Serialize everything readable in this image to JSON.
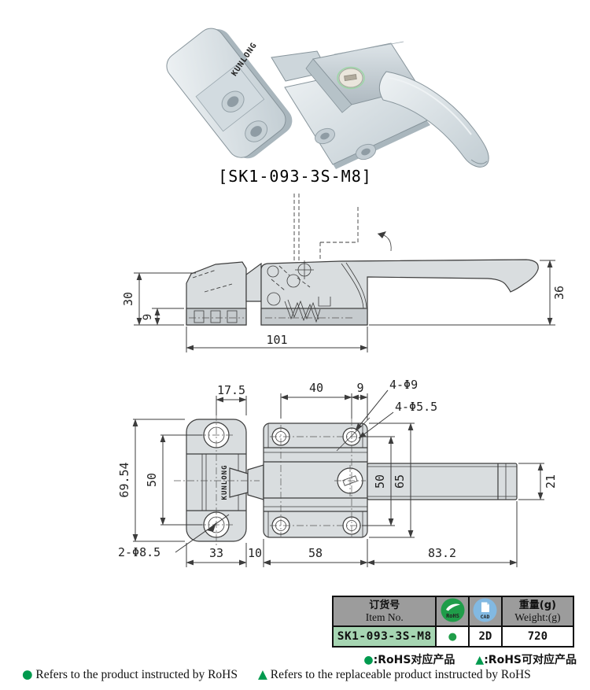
{
  "page": {
    "bg": "#ffffff"
  },
  "colors": {
    "line": "#3c3c3c",
    "metal_fill": "#d9dddf",
    "metal_dark": "#c6cbce",
    "accent_green": "#009a4e",
    "table_header_bg": "#9c9c9c",
    "item_cell_bg": "#a6d5b2",
    "rohs_badge_green": "#1f9d49",
    "cad_badge_blue": "#82b9e2",
    "brand_blue": "#232a8f"
  },
  "product": {
    "brand": "KUNLONG",
    "code": "[SK1-093-3S-M8]"
  },
  "side_view": {
    "dim_block_height": "30",
    "dim_base_height": "9",
    "dim_length": "101",
    "dim_end_height": "36"
  },
  "front_view": {
    "brand": "KUNLONG",
    "dim_keeper_hole_to_edge": "17.5",
    "dim_holes_spacing_x": "40",
    "dim_hole_to_edge": "9",
    "label_outer_holes": "4-Φ9",
    "label_inner_holes": "4-Φ5.5",
    "dim_keeper_height": "69.54",
    "dim_keeper_holes_spacing": "50",
    "label_keeper_holes": "2-Φ8.5",
    "dim_keeper_width": "33",
    "dim_gap": "10",
    "dim_body_width": "58",
    "dim_handle_length": "83.2",
    "dim_holes_spacing_y": "50",
    "dim_body_height": "65",
    "dim_handle_width": "21"
  },
  "table": {
    "item_col_zh": "订货号",
    "item_col_en": "Item No.",
    "rohs_badge": "RoHS",
    "cad_badge": "CAD",
    "weight_col_zh": "重量(g)",
    "weight_col_en": "Weight:(g)",
    "row": {
      "item_no": "SK1-093-3S-M8",
      "rohs_mark": "●",
      "cad": "2D",
      "weight": "720"
    }
  },
  "footnotes": {
    "dot": "●",
    "triangle": "▲",
    "zh_dot": ":RoHS对应产品",
    "zh_triangle": ":RoHS可对应产品",
    "en_dot": "Refers to the product instructed by RoHS",
    "en_triangle": "Refers to the replaceable product instructed by RoHS"
  }
}
